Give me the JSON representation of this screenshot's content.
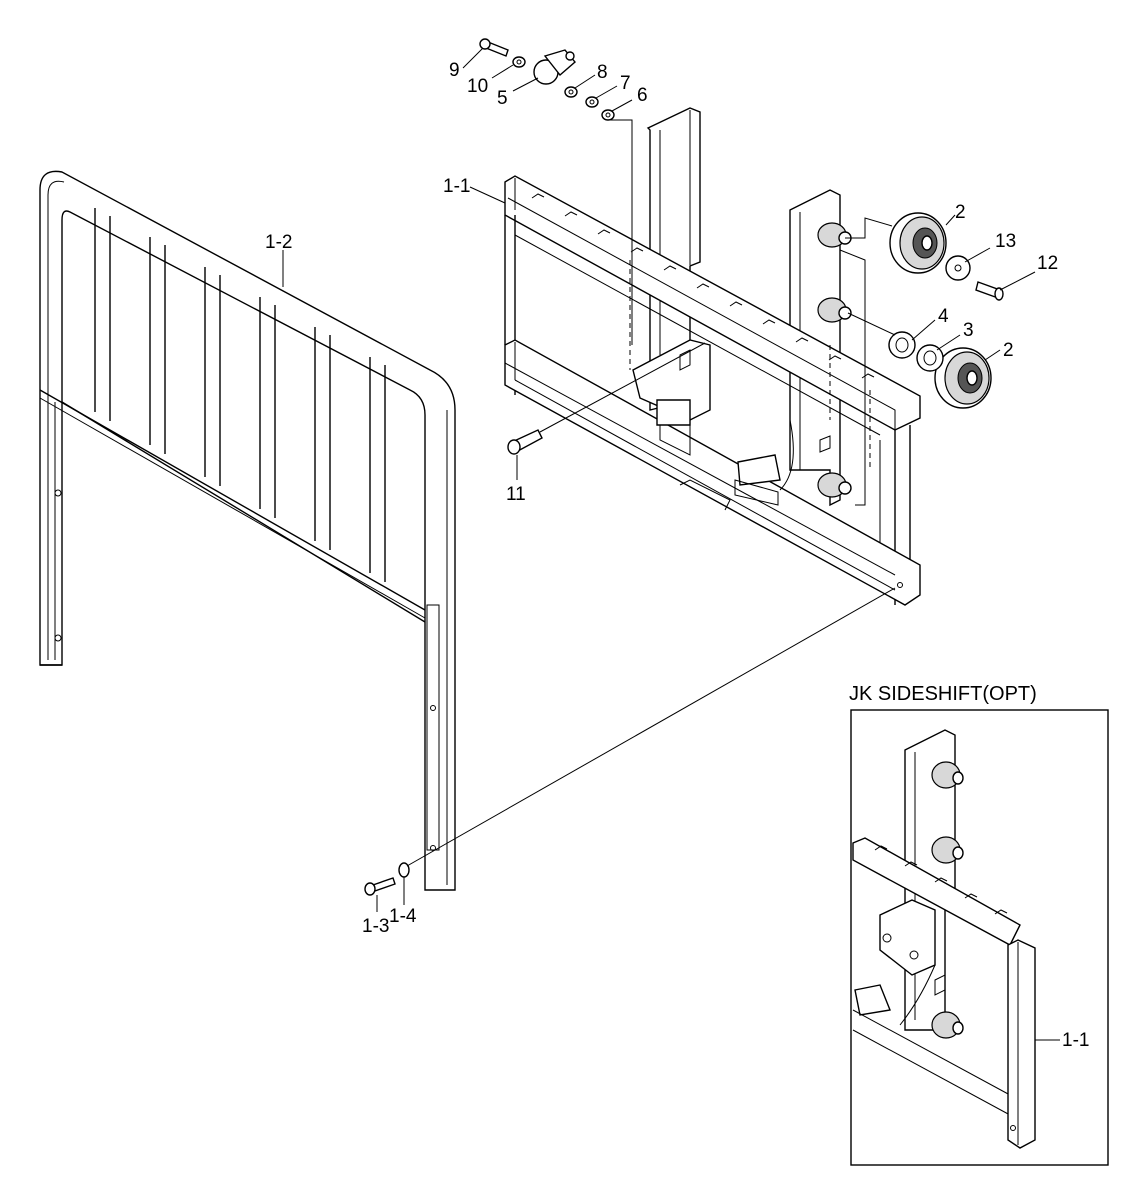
{
  "callouts": {
    "c9": "9",
    "c10": "10",
    "c5": "5",
    "c8": "8",
    "c7": "7",
    "c6": "6",
    "c1_1": "1-1",
    "c1_2": "1-2",
    "c2a": "2",
    "c13": "13",
    "c12": "12",
    "c4": "4",
    "c3": "3",
    "c2b": "2",
    "c11": "11",
    "c1_3": "1-3",
    "c1_4": "1-4",
    "inset_1_1": "1-1"
  },
  "inset": {
    "title": "JK SIDESHIFT(OPT)"
  }
}
